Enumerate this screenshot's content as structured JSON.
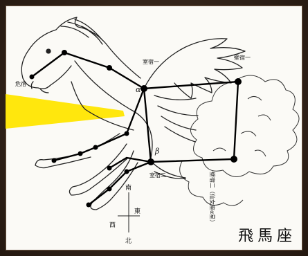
{
  "title": "飛馬座",
  "star_labels": {
    "alpha": "α",
    "beta": "β"
  },
  "mansion_labels": {
    "top_left": "室宿一",
    "top_right": "壁宿一",
    "left_head": "危宿",
    "bottom_left": "室宿二",
    "bottom_right": "壁宿二（仙女座α星）"
  },
  "compass": {
    "north": "南",
    "south": "北",
    "west": "西",
    "east": "東"
  },
  "colors": {
    "background": "#3b2a1e",
    "paper": "#fbfaf6",
    "pointer": "#ffe600",
    "ink": "#111111"
  }
}
